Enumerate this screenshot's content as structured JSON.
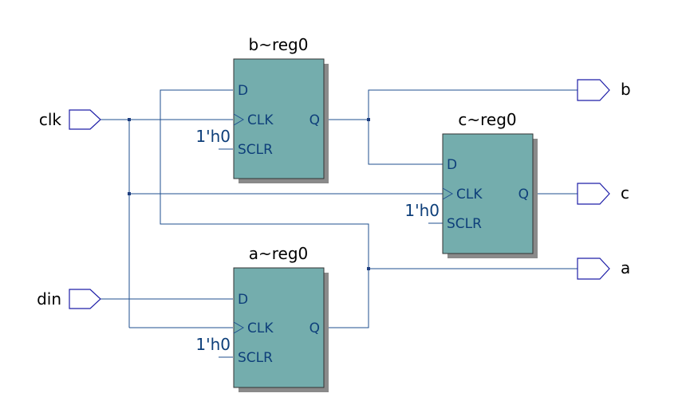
{
  "inputs": {
    "clk": "clk",
    "din": "din"
  },
  "outputs": {
    "b": "b",
    "c": "c",
    "a": "a"
  },
  "registers": {
    "b": {
      "name": "b~reg0",
      "pin_d": "D",
      "pin_clk": "CLK",
      "pin_sclr": "SCLR",
      "pin_q": "Q",
      "const": "1'h0"
    },
    "c": {
      "name": "c~reg0",
      "pin_d": "D",
      "pin_clk": "CLK",
      "pin_sclr": "SCLR",
      "pin_q": "Q",
      "const": "1'h0"
    },
    "a": {
      "name": "a~reg0",
      "pin_d": "D",
      "pin_clk": "CLK",
      "pin_sclr": "SCLR",
      "pin_q": "Q",
      "const": "1'h0"
    }
  },
  "colors": {
    "register_fill": "#74adad",
    "wire": "#1f4f8f",
    "port": "#1f1fa8",
    "text_pin": "#0e3f7a"
  }
}
